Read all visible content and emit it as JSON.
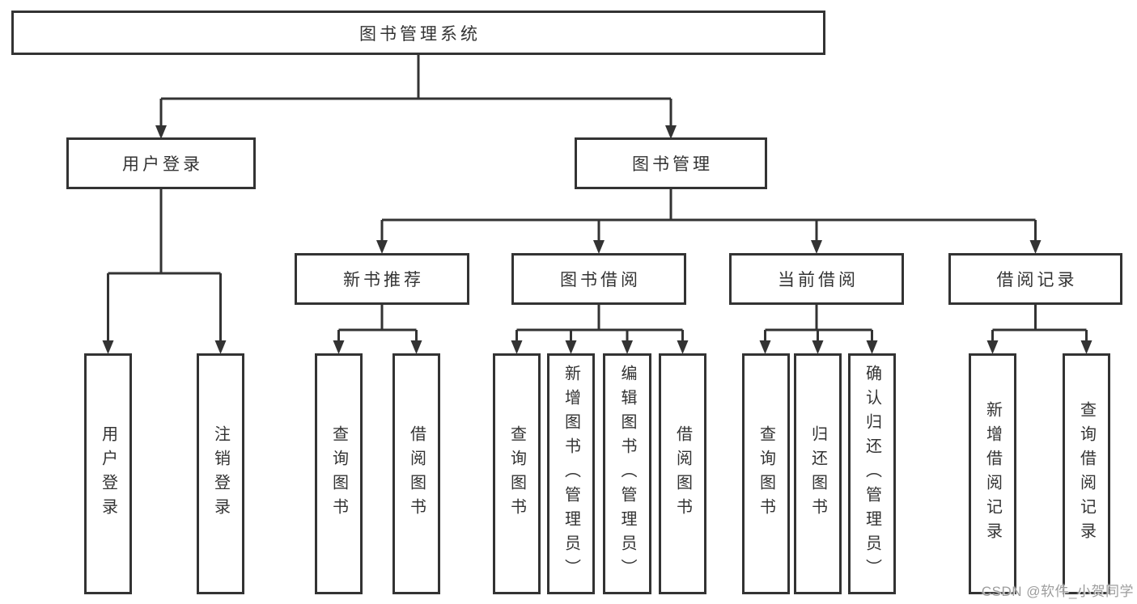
{
  "tree": {
    "root": "图书管理系统",
    "user": {
      "label": "用户登录",
      "children": [
        "用户登录",
        "注销登录"
      ]
    },
    "book": {
      "label": "图书管理",
      "children": [
        {
          "label": "新书推荐",
          "children": [
            "查询图书",
            "借阅图书"
          ]
        },
        {
          "label": "图书借阅",
          "children": [
            "查询图书",
            "新增图书（管理员）",
            "编辑图书（管理员）",
            "借阅图书"
          ]
        },
        {
          "label": "当前借阅",
          "children": [
            "查询图书",
            "归还图书",
            "确认归还（管理员）"
          ]
        },
        {
          "label": "借阅记录",
          "children": [
            "新增借阅记录",
            "查询借阅记录"
          ]
        }
      ]
    }
  },
  "watermark": "CSDN @软件_小贺同学",
  "colors": {
    "line": "#333333",
    "box-border": "#333333",
    "box-fill": "#ffffff",
    "text": "#333333",
    "watermark": "#9d9d9d",
    "background": "#ffffff"
  }
}
